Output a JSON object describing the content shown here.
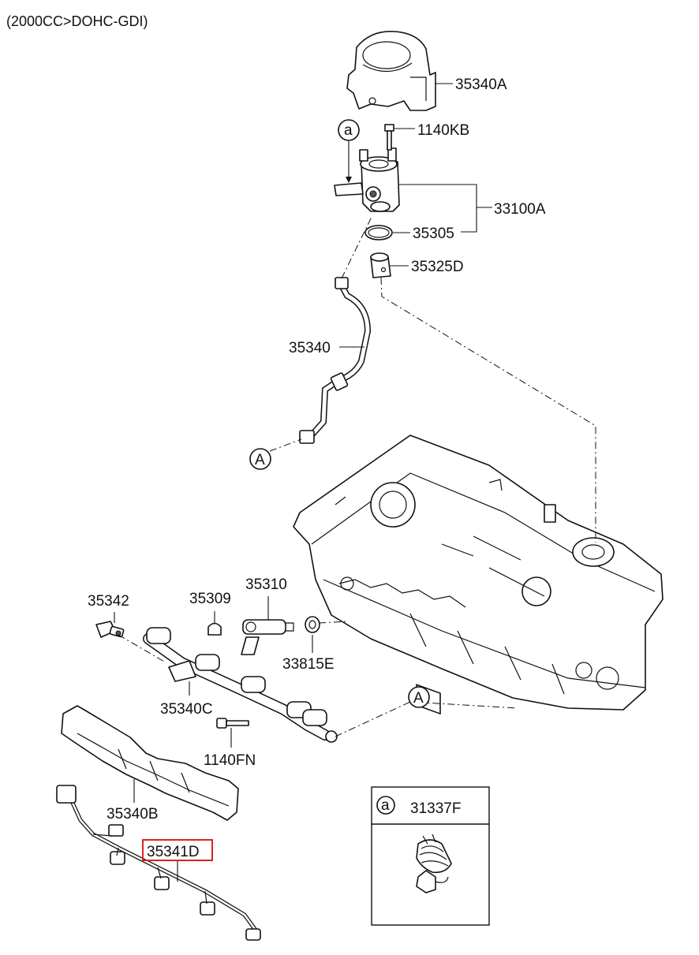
{
  "header": {
    "engine_spec": "(2000CC>DOHC-GDI)"
  },
  "parts": {
    "p35340A": "35340A",
    "p1140KB": "1140KB",
    "p33100A": "33100A",
    "p35305": "35305",
    "p35325D": "35325D",
    "p35340": "35340",
    "p35342": "35342",
    "p35309": "35309",
    "p35310": "35310",
    "p33815E": "33815E",
    "p35340C": "35340C",
    "p1140FN": "1140FN",
    "p35340B": "35340B",
    "p35341D": "35341D"
  },
  "callouts": {
    "a": "a",
    "A": "A"
  },
  "detail_box": {
    "callout": "a",
    "part": "31337F"
  },
  "highlight_color": "#e02020"
}
